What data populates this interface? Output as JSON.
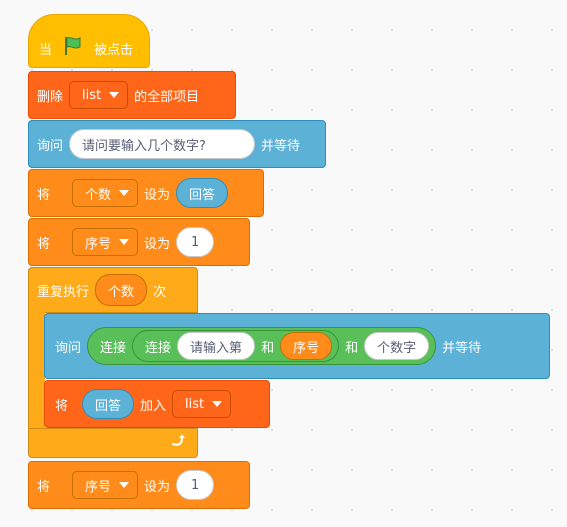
{
  "blocks": {
    "when_flag": {
      "when": "当",
      "clicked": "被点击",
      "icon": "green-flag-icon"
    },
    "delete_all": {
      "delete": "删除",
      "list": "list",
      "all_items": "的全部项目"
    },
    "ask1": {
      "ask": "询问",
      "question": "请问要输入几个数字?",
      "wait": "并等待"
    },
    "set_count": {
      "set": "将",
      "variable": "个数",
      "to": "设为",
      "value": "回答"
    },
    "set_index": {
      "set": "将",
      "variable": "序号",
      "to": "设为",
      "value": "1"
    },
    "repeat": {
      "label": "重复执行",
      "times_var": "个数",
      "times": "次"
    },
    "ask2": {
      "ask": "询问",
      "join_outer": "连接",
      "join_inner": "连接",
      "part1": "请输入第",
      "and1": "和",
      "part2": "序号",
      "and2": "和",
      "part3": "个数字",
      "wait": "并等待"
    },
    "add_answer": {
      "add": "将",
      "value": "回答",
      "add_to": "加入",
      "list": "list"
    },
    "set_index2": {
      "set": "将",
      "variable": "序号",
      "to": "设为",
      "value": "1"
    }
  },
  "colors": {
    "events": "#ffbf00",
    "list": "#ff661a",
    "sensing": "#5cb1d6",
    "variables": "#ff8c1a",
    "control": "#ffab19",
    "operators": "#59c059"
  }
}
